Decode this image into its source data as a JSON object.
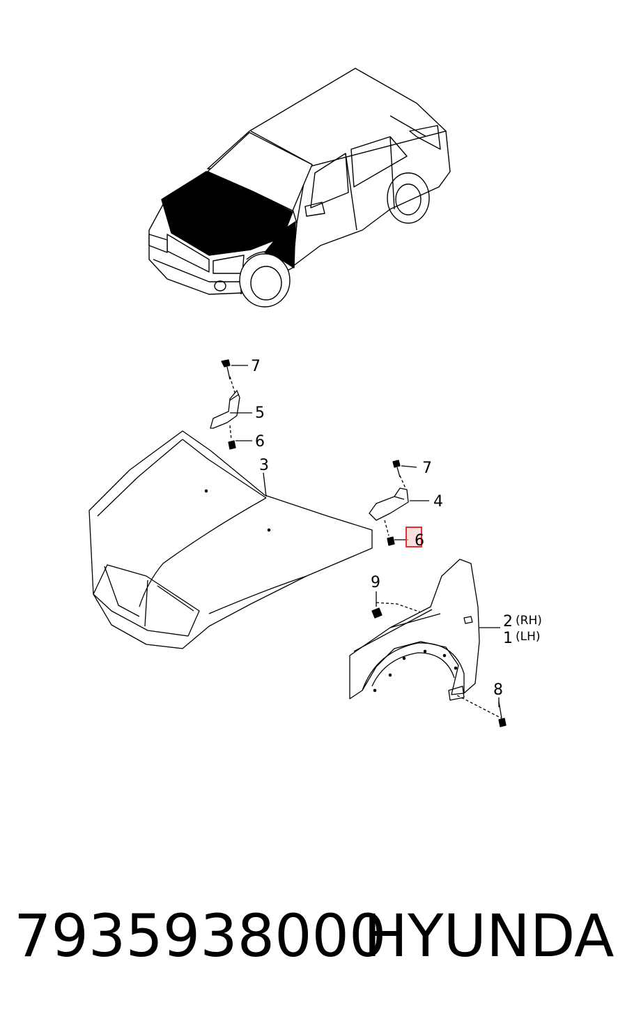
{
  "callouts": {
    "c1": "1",
    "c1_note": "(LH)",
    "c2": "2",
    "c2_note": "(RH)",
    "c3": "3",
    "c4": "4",
    "c5": "5",
    "c6a": "6",
    "c6b": "6",
    "c7a": "7",
    "c7b": "7",
    "c8": "8",
    "c9": "9"
  },
  "footer": {
    "part_number": "7935938000",
    "brand": "HYUNDAI"
  },
  "colors": {
    "line": "#000000",
    "highlight": "#e03030",
    "highlight_fill": "#f6c9c9"
  }
}
